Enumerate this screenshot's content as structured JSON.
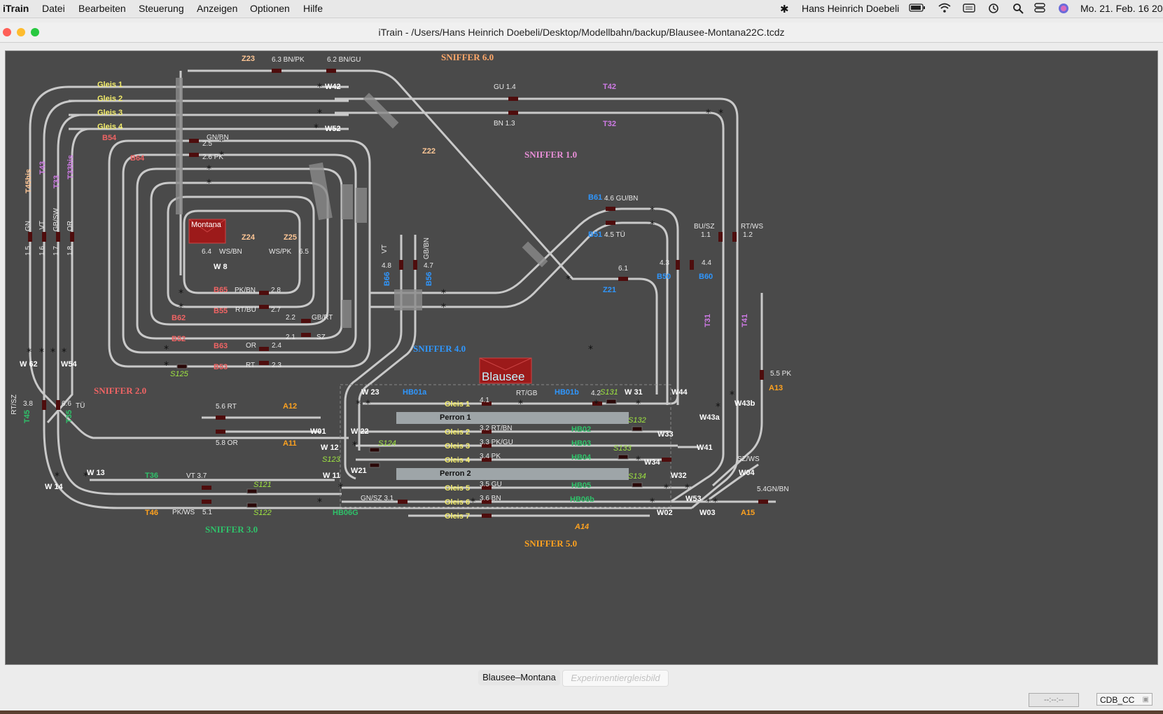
{
  "menubar": {
    "app": "iTrain",
    "items": [
      "Datei",
      "Bearbeiten",
      "Steuerung",
      "Anzeigen",
      "Optionen",
      "Hilfe"
    ],
    "user": "Hans Heinrich Doebeli",
    "clock": "Mo. 21. Feb.  16 20"
  },
  "window": {
    "title": "iTrain - /Users/Hans Heinrich Doebeli/Desktop/Modellbahn/backup/Blausee-Montana22C.tcdz"
  },
  "layout": {
    "sniffer": [
      "SNIFFER  6.0",
      "SNIFFER  1.0",
      "SNIFFER  2.0",
      "SNIFFER  4.0",
      "SNIFFER  3.0",
      "SNIFFER  5.0"
    ],
    "stations": [
      "Montana",
      "Blausee"
    ],
    "montana_tracks": [
      "Gleis 1",
      "Gleis 2",
      "Gleis 3",
      "Gleis 4"
    ],
    "blausee_tracks": [
      "Gleis 1",
      "Gleis 2",
      "Gleis 3",
      "Gleis 4",
      "Gleis 5",
      "Gleis 6",
      "Gleis 7"
    ],
    "platforms": [
      "Perron 1",
      "Perron 2"
    ],
    "switches": [
      "W42",
      "W52",
      "W 8",
      "W 62",
      "W54",
      "W 13",
      "W 14",
      "W 23",
      "W 22",
      "W 12",
      "W 11",
      "W21",
      "W01",
      "W 31",
      "W44",
      "W33",
      "W41",
      "W34",
      "W32",
      "W53",
      "W02",
      "W03",
      "W04",
      "W43a",
      "W43b"
    ],
    "blocks_red": [
      "B54",
      "B64",
      "B65",
      "B55",
      "B62",
      "B52",
      "B63",
      "B53"
    ],
    "blocks_blue": [
      "B61",
      "B51",
      "B50",
      "B60",
      "B66",
      "B56",
      "Z21",
      "HB01a",
      "HB01b"
    ],
    "blocks_green": [
      "HB02",
      "HB03",
      "HB04",
      "HB05",
      "HB06b",
      "HB06G",
      "T36",
      "T45",
      "T35"
    ],
    "blocks_purple": [
      "T42",
      "T32",
      "T43",
      "T33",
      "T45bis",
      "T33bis",
      "T31",
      "T41"
    ],
    "blocks_orange": [
      "Z23",
      "Z22",
      "Z24",
      "Z25",
      "A12",
      "A11",
      "A13",
      "A14",
      "A15",
      "T46"
    ],
    "signals": [
      "S125",
      "S121",
      "S122",
      "S123",
      "S124",
      "S131",
      "S132",
      "S133",
      "S134"
    ],
    "feedback": [
      "6.3 BN/PK",
      "6.2 BN/GU",
      "GU  1.4",
      "BN  1.3",
      "GN/BN",
      "2.5",
      "2.6  PK",
      "4.6  GU/BN",
      "4.5   TÜ",
      "6.1",
      "4.3",
      "4.4",
      "BU/SZ",
      "1.1",
      "RT/WS",
      "1.2",
      "6.4",
      "WS/BN",
      "WS/PK",
      "6.5",
      "VT",
      "4.8",
      "GB/BN",
      "4.7",
      "PK/BN",
      "2.8",
      "RT/BU",
      "2.7",
      "2.2",
      "GB/RT",
      "2.1",
      "SZ",
      "OR",
      "2.4",
      "RT",
      "2.3",
      "5.6  RT",
      "5.8  OR",
      "4.1",
      "RT/GB",
      "4.2",
      "3.2  RT/BN",
      "3.3  PK/GU",
      "3.4   PK",
      "3.5   GU",
      "3.6   BN",
      "GN/SZ 3.1",
      "VT   3.7",
      "PK/WS",
      "5.1",
      "5.5 PK",
      "SZ/WS",
      "5.4GN/BN",
      "RT/SZ",
      "3.8",
      "6.6",
      "TÜ",
      "GN",
      "VT",
      "GB/SW",
      "OR",
      "1.5",
      "1.6",
      "1.7",
      "1.8"
    ]
  },
  "tabs": [
    "Blausee–Montana",
    "Experimentiergleisbild"
  ],
  "status": {
    "time": "--:--:--",
    "station": "CDB_CC"
  },
  "colors": {
    "canvas": "#4a4a4a",
    "track": "#c9c9c9",
    "yellow": "#f3ec6a",
    "red": "#f06464",
    "blue": "#2f97ff",
    "green": "#2fc26a",
    "purple": "#cf7be6",
    "orange": "#ffa21f",
    "peach": "#ffc796",
    "pink": "#e98fd8",
    "signal": "#9fe640",
    "white": "#ffffff"
  }
}
